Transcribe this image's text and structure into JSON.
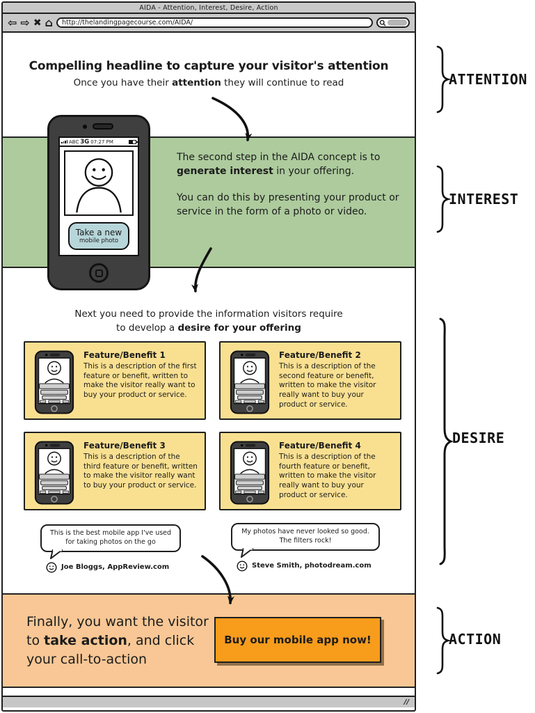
{
  "browser": {
    "title": "AIDA - Attention, Interest, Desire, Action",
    "url": "http://thelandingpagecourse.com/AIDA/",
    "icons": {
      "back": "⇦",
      "forward": "⇨",
      "stop": "✖",
      "home": "⌂"
    },
    "resize_handle": "//"
  },
  "labels": {
    "attention": "ATTENTION",
    "interest": "INTEREST",
    "desire": "DESIRE",
    "action": "ACTION"
  },
  "attention": {
    "headline": "Compelling headline to capture your visitor's attention",
    "sub_before": "Once you have their ",
    "sub_bold": "attention",
    "sub_after": " they will continue to read"
  },
  "interest": {
    "p1_before": "The second step in the AIDA concept is to ",
    "p1_bold": "generate interest",
    "p1_after": " in your offering.",
    "p2": "You can do this by presenting your product or service in the form of a photo or video."
  },
  "phone": {
    "carrier": "ABC",
    "network": "3G",
    "time": "07:27 PM",
    "button_line1": "Take a new",
    "button_line2": "mobile photo"
  },
  "desire": {
    "intro_line1": "Next you need to provide the information visitors require",
    "intro_before": "to develop a ",
    "intro_bold": "desire for your offering",
    "features": [
      {
        "title": "Feature/Benefit 1",
        "text": "This is a description of the first feature or benefit, written to make the visitor really want to buy your product or service."
      },
      {
        "title": "Feature/Benefit 2",
        "text": "This is a description of the second feature or benefit, written to make the visitor really want to buy your product or service."
      },
      {
        "title": "Feature/Benefit 3",
        "text": "This is a description of the third feature or benefit, written to make the visitor really want to buy your product or service."
      },
      {
        "title": "Feature/Benefit 4",
        "text": "This is a description of the fourth feature or benefit, written to make the visitor really want to buy your product or service."
      }
    ],
    "testimonials": [
      {
        "quote": "This is the best mobile app I've used for taking photos on the go",
        "author": "Joe Bloggs, AppReview.com"
      },
      {
        "quote": "My photos have never looked so good. The filters rock!",
        "author": "Steve Smith, photodream.com"
      }
    ]
  },
  "action": {
    "text_before": "Finally, you want the visitor to ",
    "text_bold": "take action",
    "text_after": ", and click your call-to-action",
    "cta_label": "Buy our mobile app now!"
  },
  "colors": {
    "interest_green": "#adcb9d",
    "feature_yellow": "#f9e091",
    "action_band_orange": "#f8c795",
    "cta_orange": "#f89c1c",
    "chrome_gray": "#c9c9c9",
    "phone_body": "#3f3f3f",
    "photo_button_blue": "#b7d6d9"
  }
}
